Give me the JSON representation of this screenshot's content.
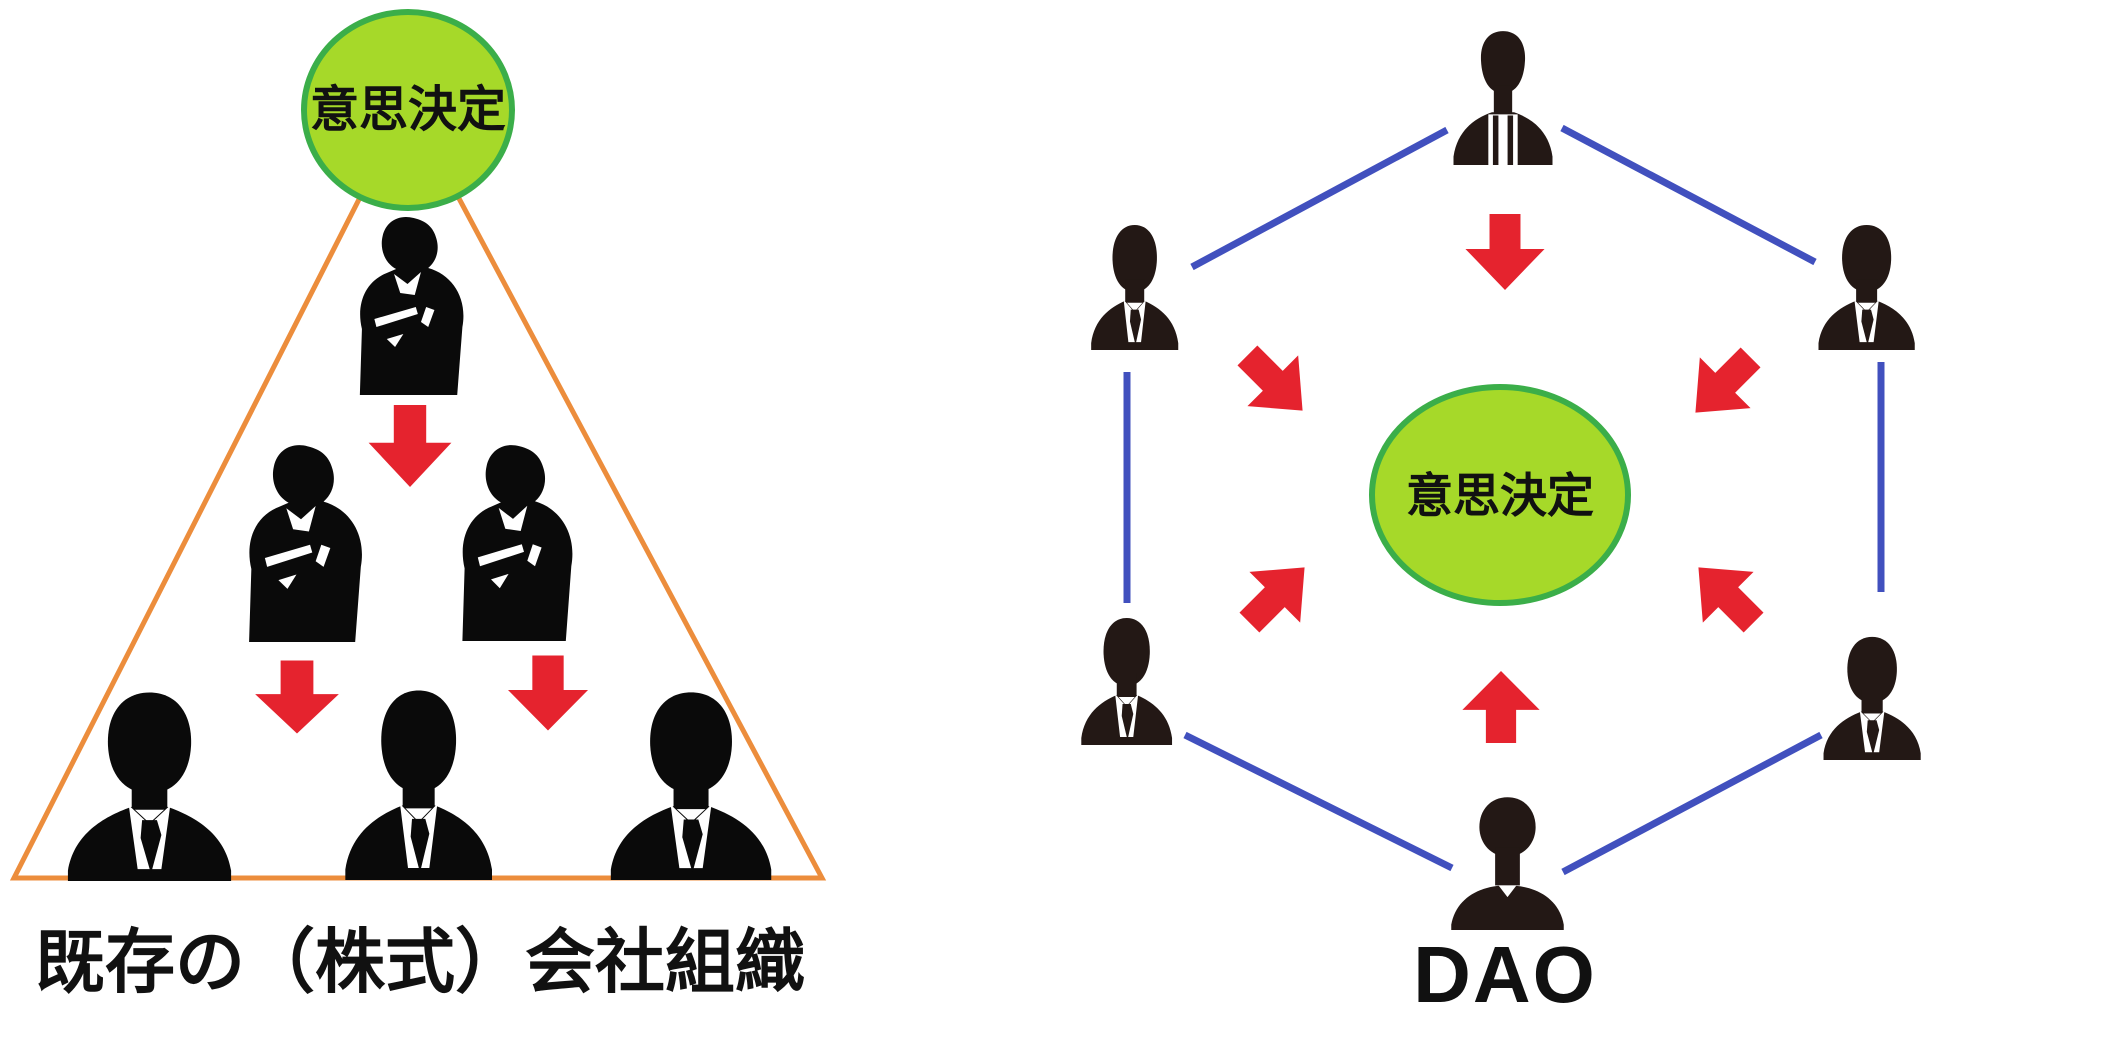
{
  "page": {
    "background": "#ffffff",
    "description": "Comparison diagram: existing (stock) company organization pyramid vs DAO hexagonal network"
  },
  "colors": {
    "decision_ellipse_fill": "#a6d929",
    "decision_ellipse_border": "#3bae49",
    "arrow_red": "#e5232e",
    "pyramid_outline_orange": "#ec8d3c",
    "network_edge_blue": "#4150be",
    "silhouette_black": "#0a0a0a",
    "silhouette_dark_brown": "#231815",
    "text_color": "#111111"
  },
  "left_diagram": {
    "decision_label": "意思決定",
    "caption": "既存の（株式）会社組織",
    "shape": "pyramid",
    "outline_color": "#ec8d3c",
    "rows": [
      {
        "people": 1,
        "person_style": "arms-crossed-businessman"
      },
      {
        "people": 2,
        "person_style": "arms-crossed-businessman"
      },
      {
        "people": 3,
        "person_style": "suit-and-tie-businessman"
      }
    ],
    "down_arrows": 3,
    "arrow_direction": "top-down"
  },
  "right_diagram": {
    "decision_label": "意思決定",
    "caption": "DAO",
    "shape": "hexagon-network",
    "edge_color": "#4150be",
    "people": 6,
    "person_styles": [
      "casual-open-jacket",
      "suit-and-tie-businessman",
      "suit-and-tie-businessman",
      "suit-and-tie-businessman",
      "suit-and-tie-businessman",
      "casual-plain"
    ],
    "inward_arrows": 6,
    "arrow_direction": "inward-to-center"
  }
}
